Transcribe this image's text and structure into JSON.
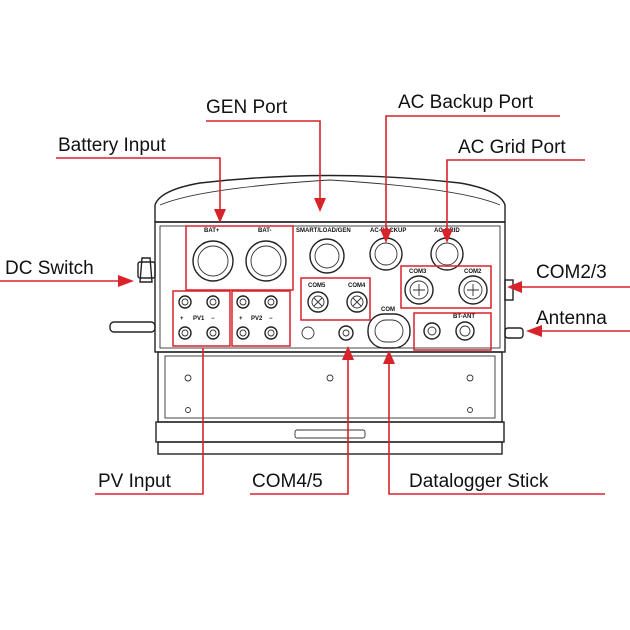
{
  "callouts": {
    "gen_port": "GEN Port",
    "ac_backup_port": "AC Backup Port",
    "battery_input": "Battery Input",
    "ac_grid_port": "AC Grid Port",
    "dc_switch": "DC Switch",
    "com2_3": "COM2/3",
    "antenna": "Antenna",
    "pv_input": "PV Input",
    "com4_5": "COM4/5",
    "datalogger_stick": "Datalogger Stick"
  },
  "panel_labels": {
    "bat_pos": "BAT+",
    "bat_neg": "BAT-",
    "smart_load_gen": "SMART/LOAD/GEN",
    "ac_backup": "AC-BACKUP",
    "ac_grid": "AC-GRID",
    "com3": "COM3",
    "com2": "COM2",
    "com5": "COM5",
    "com4": "COM4",
    "bt_ant": "BT-ANT",
    "com": "COM",
    "pv1": "PV1",
    "pv2": "PV2",
    "plus": "+",
    "minus": "−"
  },
  "colors": {
    "accent": "#d8232a",
    "line": "#222222"
  }
}
